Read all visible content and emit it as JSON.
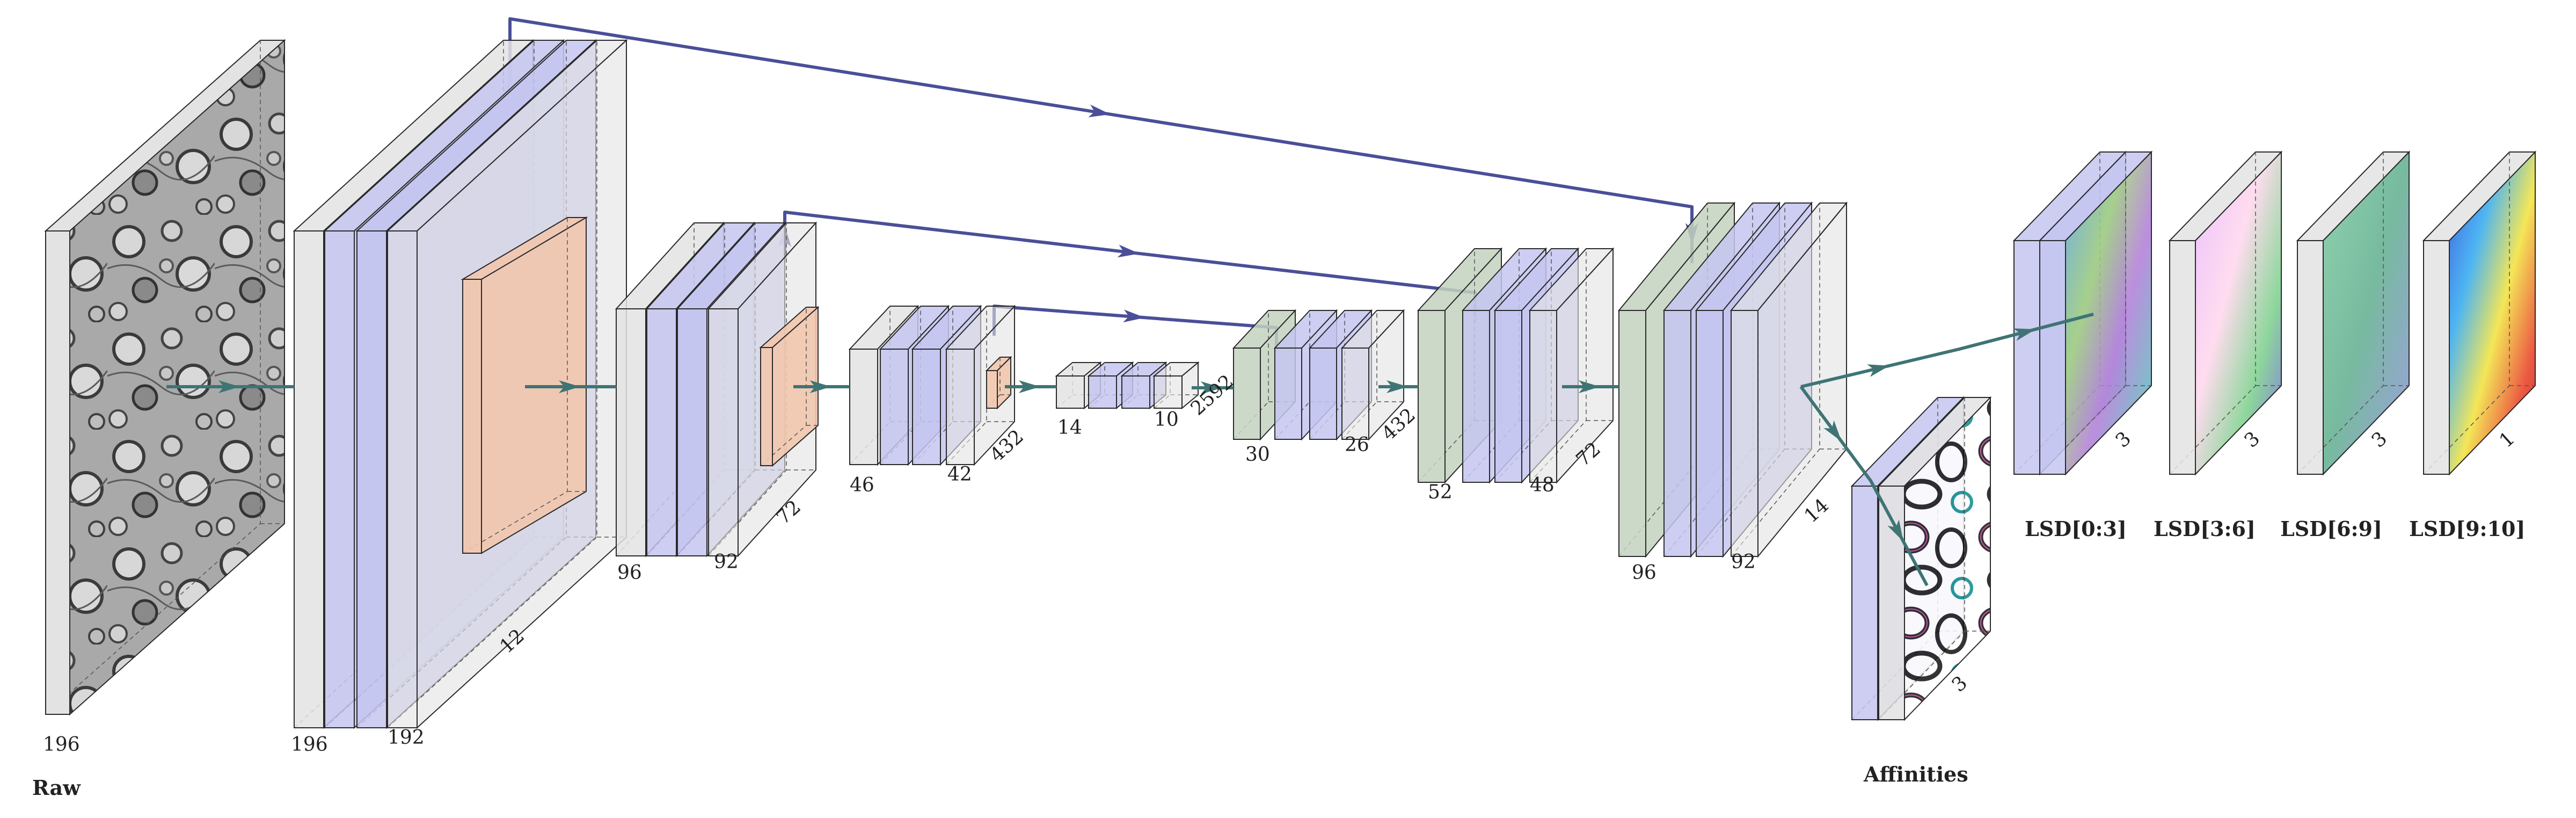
{
  "labels": {
    "raw": "Raw",
    "affinities": "Affinities",
    "lsd_0_3": "LSD[0:3]",
    "lsd_3_6": "LSD[3:6]",
    "lsd_6_9": "LSD[6:9]",
    "lsd_9_10": "LSD[9:10]"
  },
  "dims": {
    "raw": "196",
    "enc1_in": "196",
    "enc1_out": "192",
    "enc1_ch": "12",
    "enc2_in": "96",
    "enc2_out": "92",
    "enc2_ch": "72",
    "enc3_in": "46",
    "enc3_out": "42",
    "enc3_ch": "432",
    "bottom_in": "14",
    "bottom_out": "10",
    "bottom_ch": "2592",
    "dec3_in": "30",
    "dec3_out": "26",
    "dec3_ch": "432",
    "dec2_in": "52",
    "dec2_out": "48",
    "dec2_ch": "72",
    "dec1_in": "96",
    "dec1_out": "92",
    "dec1_ch": "14",
    "aff_ch": "3",
    "lsd_0_3_ch": "3",
    "lsd_3_6_ch": "3",
    "lsd_6_9_ch": "3",
    "lsd_9_10_ch": "1"
  },
  "colors": {
    "gray_face": "#e3e3e3",
    "blue_face": "#c4c6f0",
    "green_face": "#c3d2bf",
    "crop_face": "#f2c6ae",
    "skip_arrow": "#4a4f98",
    "flow_arrow": "#3f7474",
    "outline": "#2a2a2a"
  }
}
